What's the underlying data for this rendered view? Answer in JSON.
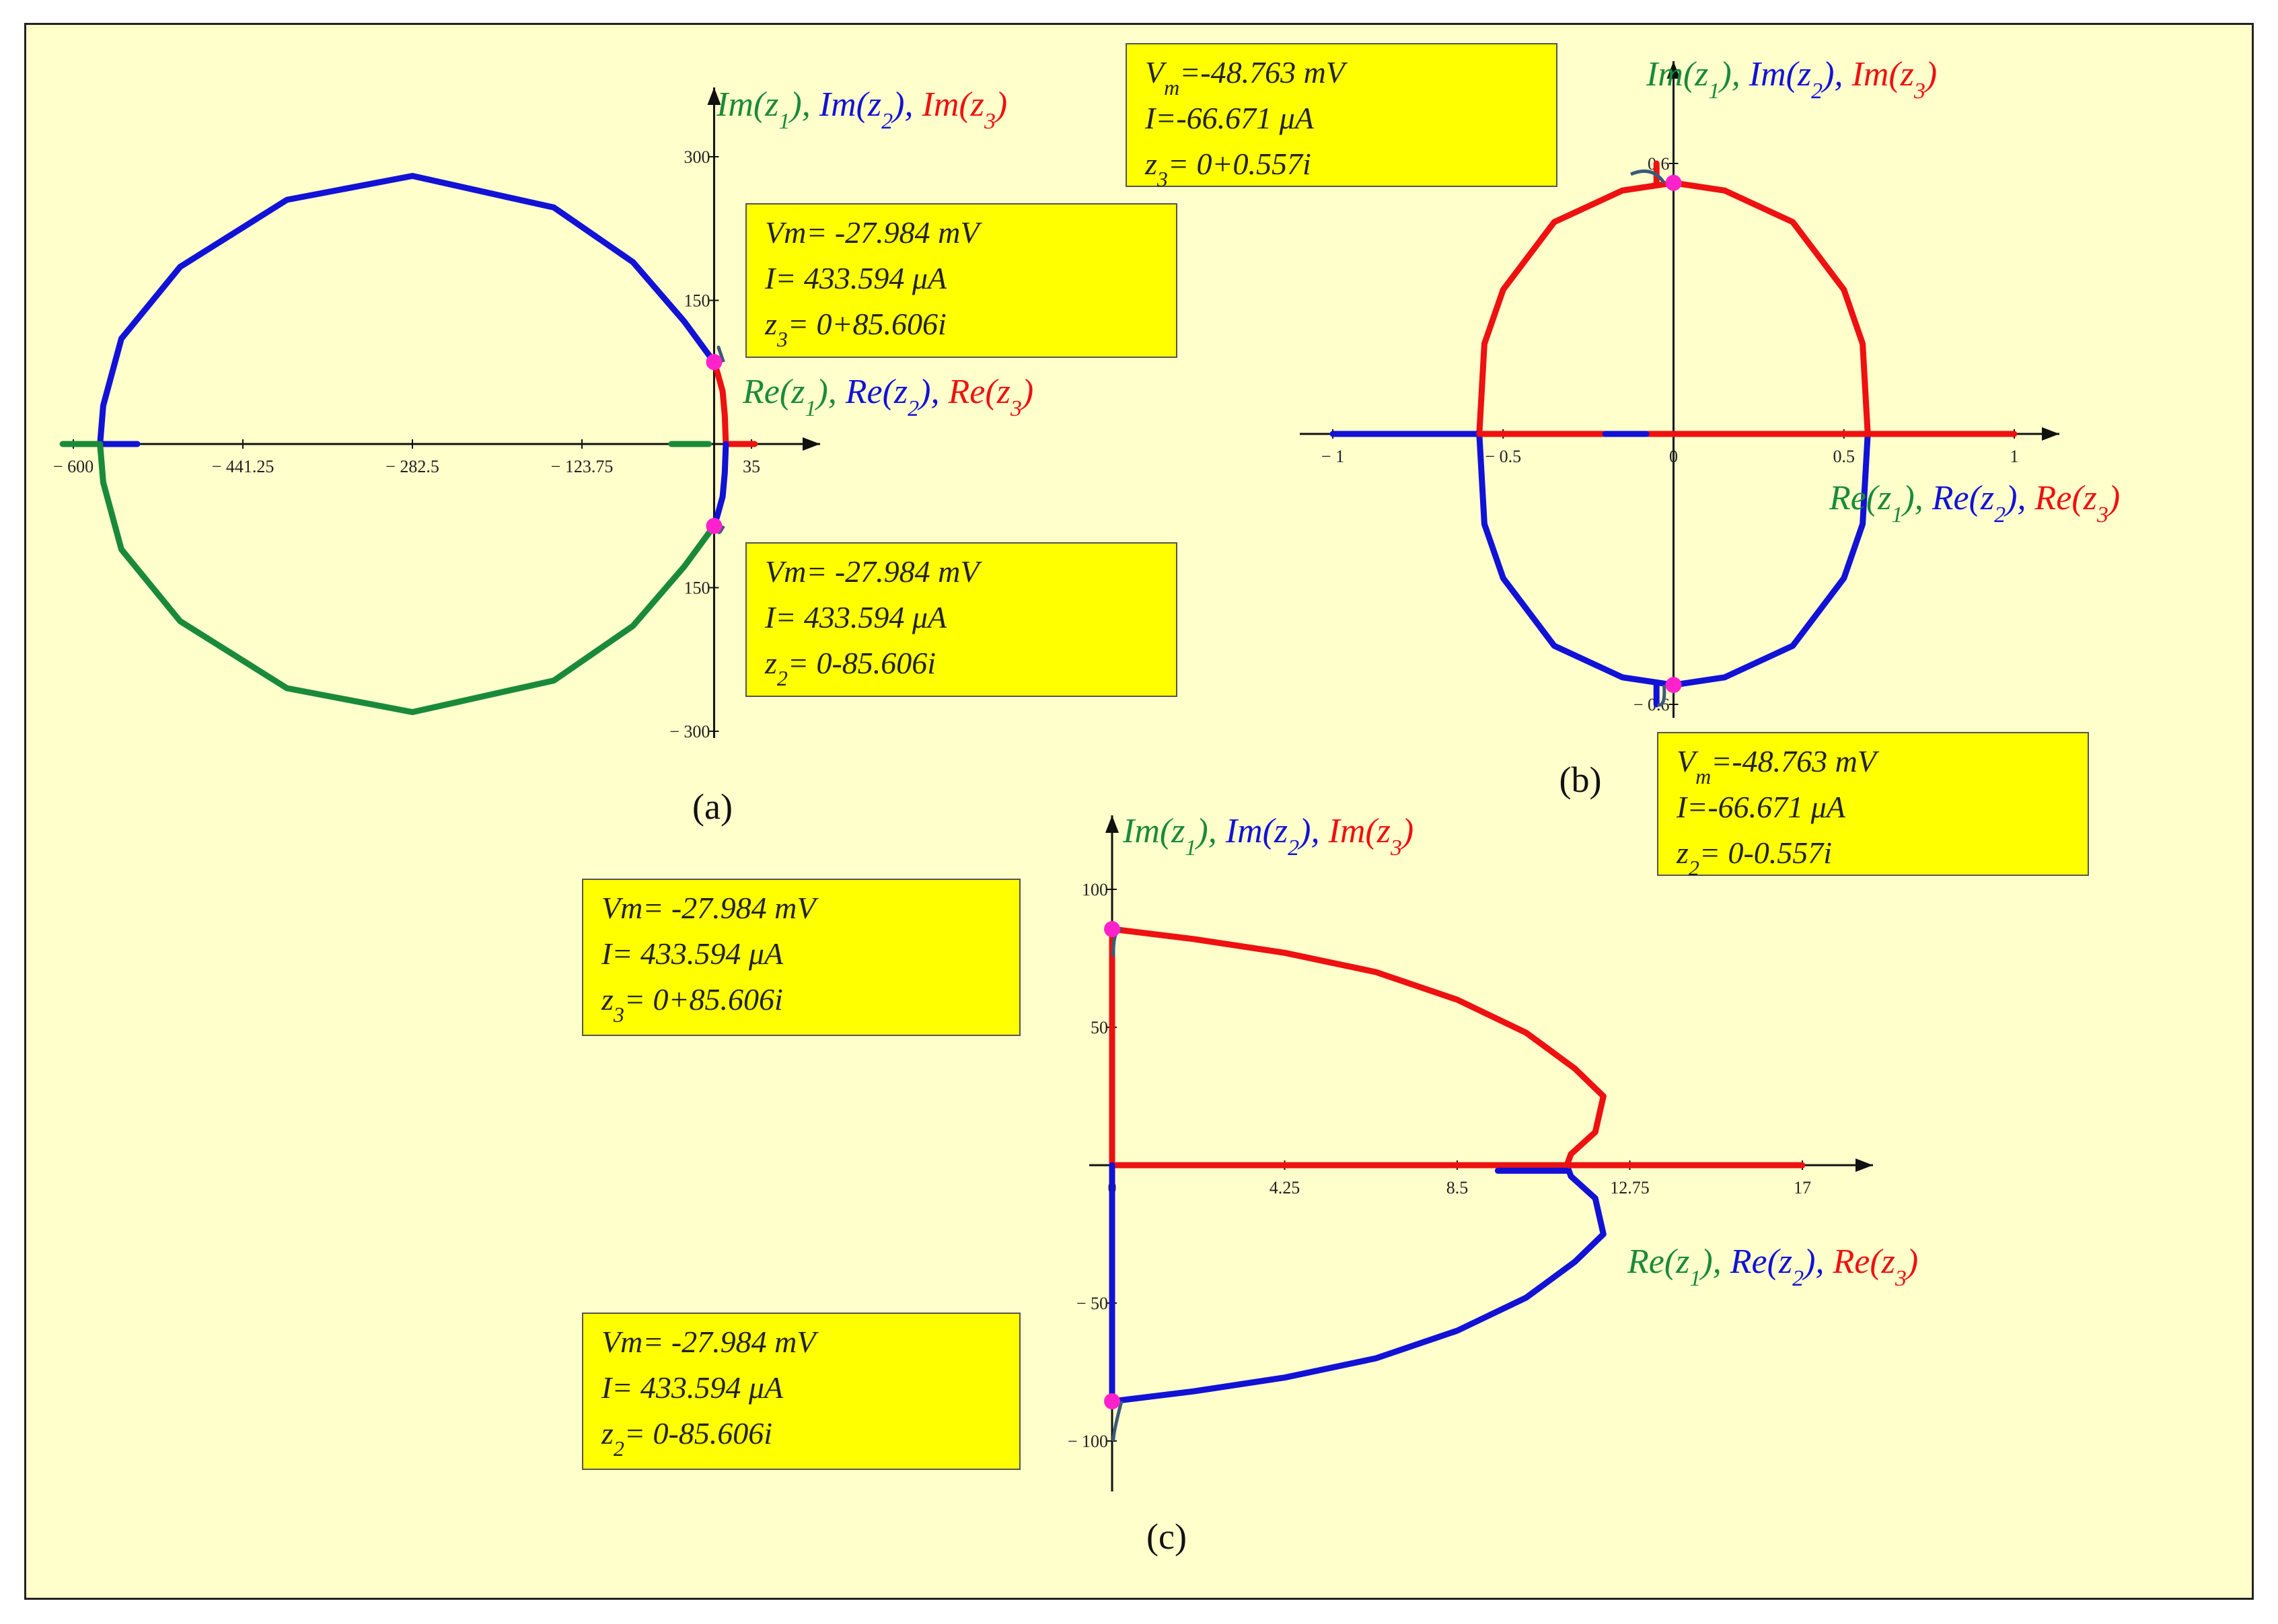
{
  "colors": {
    "background": "#ffffcc",
    "callout": "#ffff00",
    "z1": "#1a8a3a",
    "z2": "#1212d6",
    "z3": "#ee1111",
    "marker": "#ff22cc",
    "arrow": "#3b5a7a"
  },
  "chart_data": [
    {
      "type": "line",
      "panel": "(a)",
      "ylabel_parts": [
        "Im(z",
        "1",
        "), ",
        "Im(z",
        "2",
        "), ",
        "Im(z",
        "3",
        ")"
      ],
      "xlabel_parts": [
        "Re(z",
        "1",
        "), ",
        "Re(z",
        "2",
        "), ",
        "Re(z",
        "3",
        ")"
      ],
      "xlim": [
        -600,
        35
      ],
      "ylim": [
        -300,
        300
      ],
      "xticks": [
        {
          "v": -600,
          "label": "− 600"
        },
        {
          "v": -441.25,
          "label": "− 441.25"
        },
        {
          "v": -282.5,
          "label": "− 282.5"
        },
        {
          "v": -123.75,
          "label": "− 123.75"
        },
        {
          "v": 35,
          "label": "35"
        }
      ],
      "yticks": [
        {
          "v": 300,
          "label": "300"
        },
        {
          "v": 150,
          "label": "150"
        },
        {
          "v": -150,
          "label": "150"
        },
        {
          "v": -300,
          "label": "− 300"
        }
      ],
      "series": [
        {
          "id": "z2",
          "color_key": "z2",
          "points": [
            [
              0,
              85.6
            ],
            [
              -28,
              128
            ],
            [
              -76,
              190
            ],
            [
              -150,
              247
            ],
            [
              -282.5,
              280
            ],
            [
              -400,
              255
            ],
            [
              -500,
              185
            ],
            [
              -555,
              110
            ],
            [
              -572,
              40
            ],
            [
              -575,
              0
            ],
            [
              -575,
              0
            ],
            [
              -540,
              0
            ]
          ]
        },
        {
          "id": "z1",
          "color_key": "z1",
          "points": [
            [
              0,
              -85.6
            ],
            [
              -28,
              -128
            ],
            [
              -76,
              -190
            ],
            [
              -150,
              -247
            ],
            [
              -282.5,
              -280
            ],
            [
              -400,
              -255
            ],
            [
              -500,
              -185
            ],
            [
              -555,
              -110
            ],
            [
              -572,
              -40
            ],
            [
              -575,
              0
            ],
            [
              -575,
              0
            ],
            [
              -610,
              0
            ]
          ]
        },
        {
          "id": "z3",
          "color_key": "z3",
          "points": [
            [
              0,
              85.6
            ],
            [
              3,
              75
            ],
            [
              8,
              55
            ],
            [
              10,
              30
            ],
            [
              11,
              0
            ],
            [
              38,
              0
            ]
          ]
        },
        {
          "id": "z1b",
          "color_key": "z1",
          "points": [
            [
              -40,
              0
            ],
            [
              -5,
              0
            ]
          ]
        },
        {
          "id": "z2b",
          "color_key": "z2",
          "points": [
            [
              0,
              -85.6
            ],
            [
              3,
              -75
            ],
            [
              8,
              -55
            ],
            [
              10,
              -30
            ],
            [
              11,
              0
            ]
          ]
        }
      ],
      "markers": [
        {
          "x": 0,
          "y": 85.6
        },
        {
          "x": 0,
          "y": -85.6
        }
      ],
      "callouts": [
        {
          "lines": [
            "Vm= -27.984 mV",
            "I= 433.594 μA"
          ],
          "z_prefix": "z",
          "z_sub": "3",
          "z_value": "= 0+85.606i",
          "color_key": "z3"
        },
        {
          "lines": [
            "Vm= -27.984 mV",
            "I= 433.594 μA"
          ],
          "z_prefix": "z",
          "z_sub": "2",
          "z_value": "= 0-85.606i",
          "color_key": "z2"
        }
      ]
    },
    {
      "type": "line",
      "panel": "(b)",
      "ylabel_parts": [
        "Im(z",
        "1",
        "), ",
        "Im(z",
        "2",
        "), ",
        "Im(z",
        "3",
        ")"
      ],
      "xlabel_parts": [
        "Re(z",
        "1",
        "), ",
        "Re(z",
        "2",
        "), ",
        "Re(z",
        "3",
        ")"
      ],
      "xlim": [
        -1,
        1
      ],
      "ylim": [
        -0.6,
        0.6
      ],
      "xticks": [
        {
          "v": -1,
          "label": "− 1"
        },
        {
          "v": -0.5,
          "label": "− 0.5"
        },
        {
          "v": 0,
          "label": "0"
        },
        {
          "v": 0.5,
          "label": "0.5"
        },
        {
          "v": 1,
          "label": "1"
        }
      ],
      "yticks": [
        {
          "v": 0.6,
          "label": "0.6"
        },
        {
          "v": -0.6,
          "label": "− 0.6"
        }
      ],
      "series": [
        {
          "id": "z3",
          "color_key": "z3",
          "points": [
            [
              -0.57,
              0
            ],
            [
              -0.555,
              0.2
            ],
            [
              -0.5,
              0.32
            ],
            [
              -0.35,
              0.47
            ],
            [
              -0.15,
              0.54
            ],
            [
              0,
              0.557
            ],
            [
              0.15,
              0.54
            ],
            [
              0.35,
              0.47
            ],
            [
              0.5,
              0.32
            ],
            [
              0.555,
              0.2
            ],
            [
              0.57,
              0
            ]
          ]
        },
        {
          "id": "z2",
          "color_key": "z2",
          "points": [
            [
              -0.57,
              0
            ],
            [
              -0.555,
              -0.2
            ],
            [
              -0.5,
              -0.32
            ],
            [
              -0.35,
              -0.47
            ],
            [
              -0.15,
              -0.54
            ],
            [
              0,
              -0.557
            ],
            [
              0.15,
              -0.54
            ],
            [
              0.35,
              -0.47
            ],
            [
              0.5,
              -0.32
            ],
            [
              0.555,
              -0.2
            ],
            [
              0.57,
              0
            ]
          ]
        },
        {
          "id": "z2axis",
          "color_key": "z2",
          "points": [
            [
              -1,
              0
            ],
            [
              -0.57,
              0
            ]
          ]
        },
        {
          "id": "z3axis",
          "color_key": "z3",
          "points": [
            [
              -0.57,
              0
            ],
            [
              0.57,
              0
            ],
            [
              1,
              0
            ]
          ]
        },
        {
          "id": "z2mid",
          "color_key": "z2",
          "points": [
            [
              -0.2,
              0
            ],
            [
              -0.08,
              0
            ]
          ]
        },
        {
          "id": "z2stem",
          "color_key": "z2",
          "points": [
            [
              -0.05,
              -0.557
            ],
            [
              -0.05,
              -0.6
            ]
          ]
        },
        {
          "id": "z3stem",
          "color_key": "z3",
          "points": [
            [
              -0.05,
              0.557
            ],
            [
              -0.05,
              0.6
            ]
          ]
        }
      ],
      "markers": [
        {
          "x": 0,
          "y": 0.557
        },
        {
          "x": 0,
          "y": -0.557
        }
      ],
      "callouts": [
        {
          "lines": [
            "V_m=-48.763 mV",
            "I=-66.671 μA"
          ],
          "z_prefix": "z",
          "z_sub": "3",
          "z_value": "= 0+0.557i",
          "color_key": "z3"
        },
        {
          "lines": [
            "V_m=-48.763 mV",
            "I=-66.671 μA"
          ],
          "z_prefix": "z",
          "z_sub": "2",
          "z_value": "= 0-0.557i",
          "color_key": "z2"
        }
      ]
    },
    {
      "type": "line",
      "panel": "(c)",
      "ylabel_parts": [
        "Im(z",
        "1",
        "), ",
        "Im(z",
        "2",
        "), ",
        "Im(z",
        "3",
        ")"
      ],
      "xlabel_parts": [
        "Re(z",
        "1",
        "), ",
        "Re(z",
        "2",
        "), ",
        "Re(z",
        "3",
        ")"
      ],
      "xlim": [
        0,
        17
      ],
      "ylim": [
        -100,
        100
      ],
      "xticks": [
        {
          "v": 0,
          "label": "0"
        },
        {
          "v": 4.25,
          "label": "4.25"
        },
        {
          "v": 8.5,
          "label": "8.5"
        },
        {
          "v": 12.75,
          "label": "12.75"
        },
        {
          "v": 17,
          "label": "17"
        }
      ],
      "yticks": [
        {
          "v": 100,
          "label": "100"
        },
        {
          "v": 50,
          "label": "50"
        },
        {
          "v": -50,
          "label": "− 50"
        },
        {
          "v": -100,
          "label": "− 100"
        }
      ],
      "series": [
        {
          "id": "z3",
          "color_key": "z3",
          "points": [
            [
              0,
              85.6
            ],
            [
              2,
              82
            ],
            [
              4.25,
              77
            ],
            [
              6.5,
              70
            ],
            [
              8.5,
              60
            ],
            [
              10.2,
              48
            ],
            [
              11.4,
              35
            ],
            [
              12.1,
              25
            ],
            [
              11.9,
              12
            ],
            [
              11.3,
              4
            ],
            [
              11.2,
              0
            ]
          ]
        },
        {
          "id": "z2",
          "color_key": "z2",
          "points": [
            [
              0,
              -85.6
            ],
            [
              2,
              -82
            ],
            [
              4.25,
              -77
            ],
            [
              6.5,
              -70
            ],
            [
              8.5,
              -60
            ],
            [
              10.2,
              -48
            ],
            [
              11.4,
              -35
            ],
            [
              12.1,
              -25
            ],
            [
              11.9,
              -12
            ],
            [
              11.3,
              -4
            ],
            [
              11.2,
              0
            ]
          ]
        },
        {
          "id": "z3axis",
          "color_key": "z3",
          "points": [
            [
              0,
              0
            ],
            [
              17,
              0
            ]
          ]
        },
        {
          "id": "z3stem",
          "color_key": "z3",
          "points": [
            [
              0,
              0
            ],
            [
              0,
              85.6
            ]
          ]
        },
        {
          "id": "z2stem",
          "color_key": "z2",
          "points": [
            [
              0,
              0
            ],
            [
              0,
              -85.6
            ]
          ]
        },
        {
          "id": "z2seg",
          "color_key": "z2",
          "points": [
            [
              9.5,
              -2
            ],
            [
              11.2,
              -2
            ]
          ]
        }
      ],
      "markers": [
        {
          "x": 0,
          "y": 85.6
        },
        {
          "x": 0,
          "y": -85.6
        }
      ],
      "callouts": [
        {
          "lines": [
            "Vm= -27.984 mV",
            "I= 433.594 μA"
          ],
          "z_prefix": "z",
          "z_sub": "3",
          "z_value": "= 0+85.606i",
          "color_key": "z3"
        },
        {
          "lines": [
            "Vm= -27.984 mV",
            "I= 433.594 μA"
          ],
          "z_prefix": "z",
          "z_sub": "2",
          "z_value": "= 0-85.606i",
          "color_key": "z2"
        }
      ]
    }
  ]
}
